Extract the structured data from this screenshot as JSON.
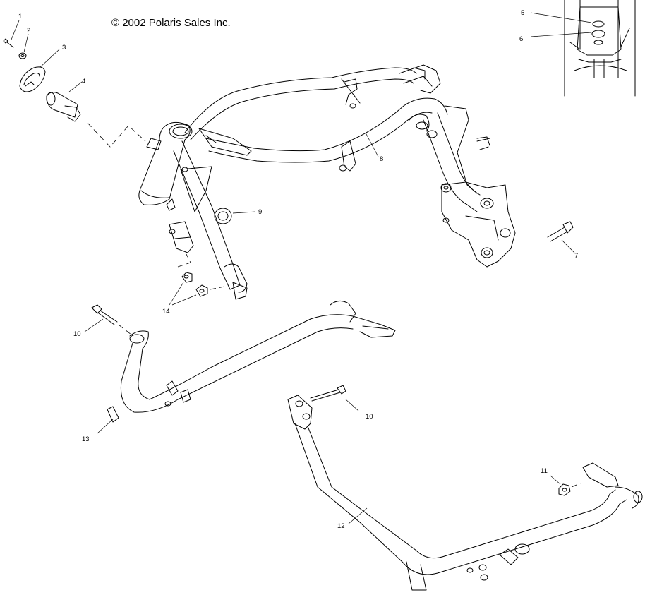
{
  "copyright": "© 2002 Polaris Sales Inc.",
  "callouts": [
    {
      "id": "c1",
      "label": "1"
    },
    {
      "id": "c2",
      "label": "2"
    },
    {
      "id": "c3",
      "label": "3"
    },
    {
      "id": "c4",
      "label": "4"
    },
    {
      "id": "c5",
      "label": "5"
    },
    {
      "id": "c6",
      "label": "6"
    },
    {
      "id": "c7",
      "label": "7"
    },
    {
      "id": "c8",
      "label": "8"
    },
    {
      "id": "c9",
      "label": "9"
    },
    {
      "id": "c10a",
      "label": "10"
    },
    {
      "id": "c10b",
      "label": "10"
    },
    {
      "id": "c11",
      "label": "11"
    },
    {
      "id": "c12",
      "label": "12"
    },
    {
      "id": "c13",
      "label": "13"
    },
    {
      "id": "c14",
      "label": "14"
    }
  ]
}
